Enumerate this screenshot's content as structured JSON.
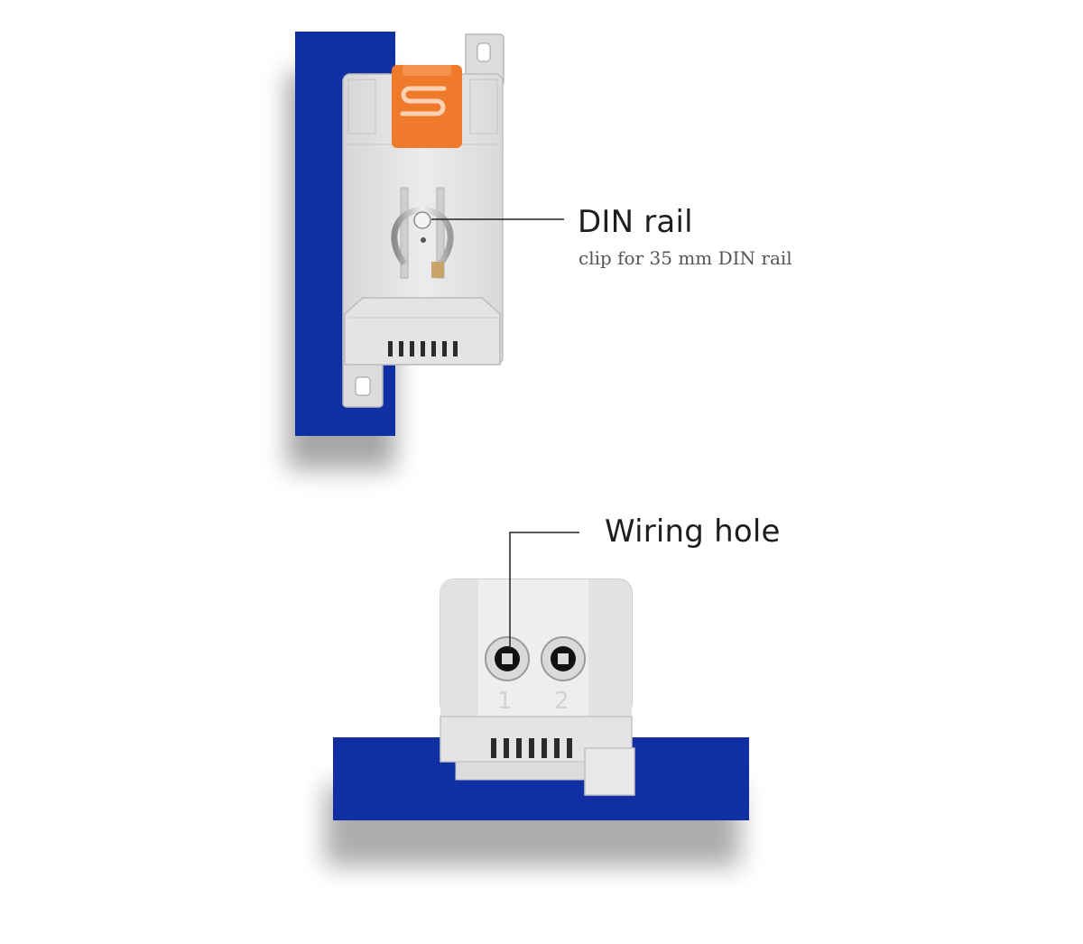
{
  "colors": {
    "accent_blue": "#0f2fa3",
    "device_gray": "#e6e6e6",
    "clip_orange": "#f07a2c"
  },
  "callouts": {
    "din_rail": {
      "title": "DIN rail",
      "subtitle": "clip for 35 mm DIN rail"
    },
    "wiring_hole": {
      "title": "Wiring hole"
    }
  },
  "terminals": {
    "label_1": "1",
    "label_2": "2"
  }
}
